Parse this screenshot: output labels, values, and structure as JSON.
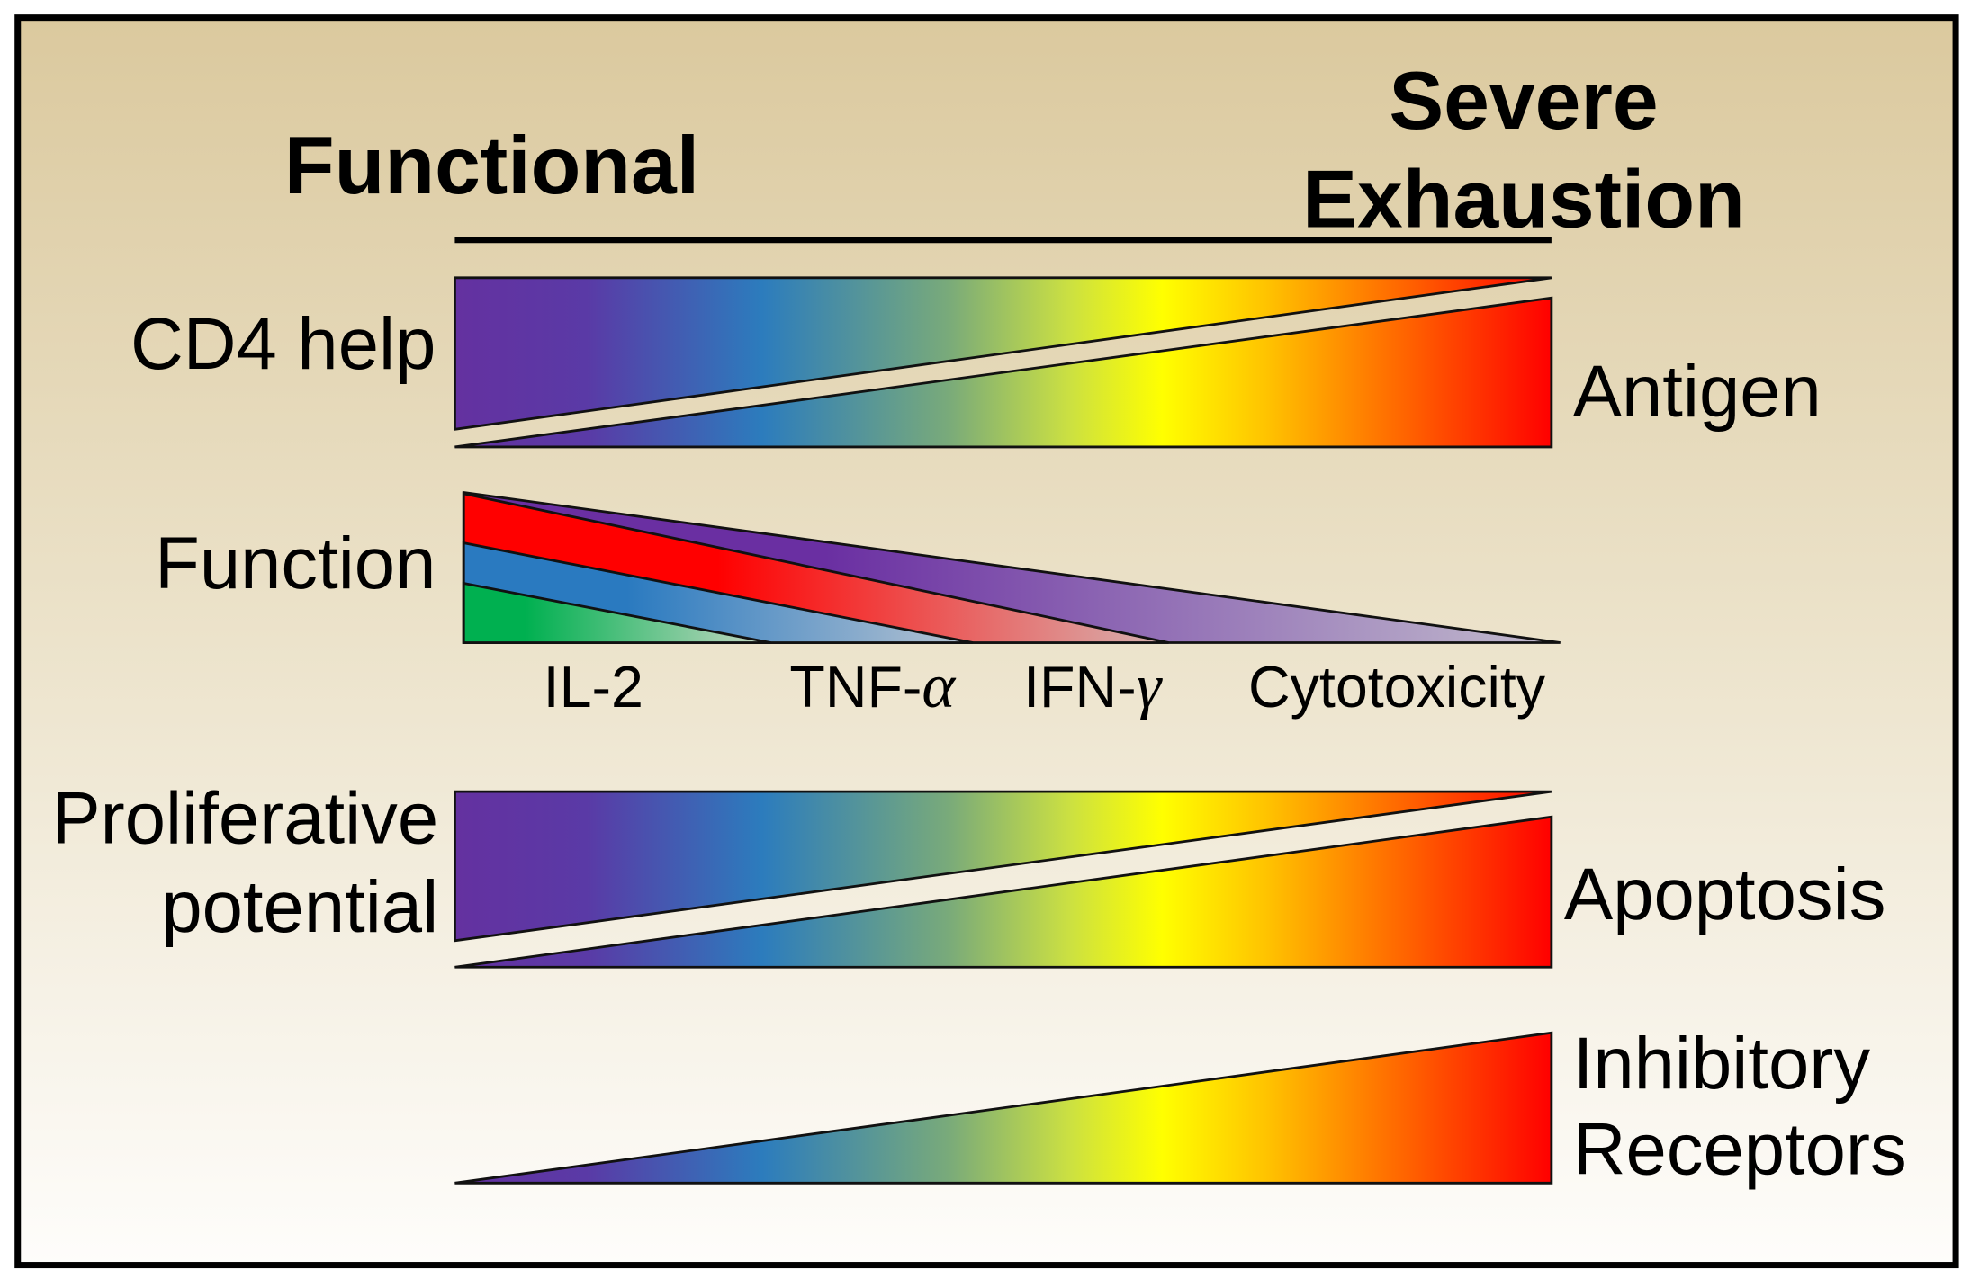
{
  "title": {
    "left": "Functional",
    "right_line1": "Severe",
    "right_line2": "Exhaustion"
  },
  "rows": {
    "cd4_antigen": {
      "left_label": "CD4 help",
      "right_label": "Antigen"
    },
    "function": {
      "left_label": "Function",
      "functions": [
        {
          "text": "IL-2"
        },
        {
          "prefix": "TNF-",
          "symbol": "α"
        },
        {
          "prefix": "IFN-",
          "symbol": "γ"
        },
        {
          "text": "Cytotoxicity"
        }
      ]
    },
    "proliferation_apoptosis": {
      "left_label_line1": "Proliferative",
      "left_label_line2": "potential",
      "right_label": "Apoptosis"
    },
    "inhibitory_receptors": {
      "right_label_line1": "Inhibitory",
      "right_label_line2": "Receptors"
    }
  },
  "colors": {
    "frame_background_top": "#dbc99e",
    "frame_background_mid": "#ece3cb",
    "frame_background_bottom": "#fefdfb",
    "spectrum": [
      "#6431a0",
      "#5a3aa6",
      "#2c7cbd",
      "#79aa7a",
      "#cbe042",
      "#ffff00",
      "#ffc300",
      "#ff7800",
      "#ff0000"
    ],
    "il2": "#00b050",
    "il2_faded": "#cad8c6",
    "tnf_alpha": "#2a7ac0",
    "tnf_alpha_faded": "#b8c4d2",
    "ifn_gamma": "#ff0000",
    "ifn_gamma_faded": "#d6b4b2",
    "cytotoxicity": "#6a2fa2",
    "cytotoxicity_faded": "#c2bccd"
  }
}
